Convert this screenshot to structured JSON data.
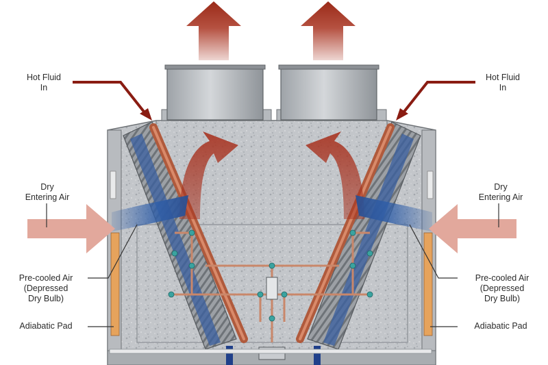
{
  "labels": {
    "hot_fluid_left": [
      "Hot Fluid",
      "In"
    ],
    "hot_fluid_right": [
      "Hot Fluid",
      "In"
    ],
    "dry_air_left": [
      "Dry",
      "Entering Air"
    ],
    "dry_air_right": [
      "Dry",
      "Entering Air"
    ],
    "precooled_left": [
      "Pre-cooled Air",
      "(Depressed",
      "Dry Bulb)"
    ],
    "precooled_right": [
      "Pre-cooled Air",
      "(Depressed",
      "Dry Bulb)"
    ],
    "pad_left": "Adiabatic Pad",
    "pad_right": "Adiabatic Pad"
  },
  "colors": {
    "hot_arrow": "#a8321f",
    "dry_air_arrow": "#e2a89c",
    "cool_air": "#2f5ea8",
    "fluid_line": "#8a1c12",
    "casing": "#b9bcc0",
    "pad": "#e6a35c"
  }
}
